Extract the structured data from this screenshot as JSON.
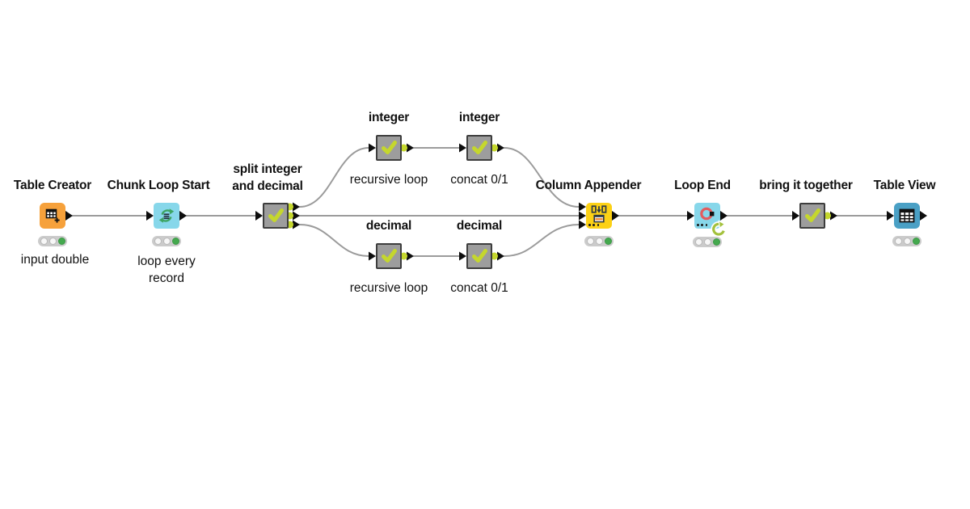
{
  "workflow": {
    "nodes": {
      "table_creator": {
        "title": "Table Creator",
        "label": "input double",
        "icon": "table-create-icon",
        "status": "executed"
      },
      "chunk_loop": {
        "title": "Chunk Loop Start",
        "label_line1": "loop every",
        "label_line2": "record",
        "icon": "loop-arrows-icon",
        "status": "executed"
      },
      "split": {
        "title_line1": "split integer",
        "title_line2": "and decimal",
        "icon": "check-icon"
      },
      "int_recursive": {
        "title": "integer",
        "label": "recursive loop",
        "icon": "check-icon"
      },
      "int_concat": {
        "title": "integer",
        "label": "concat 0/1",
        "icon": "check-icon"
      },
      "dec_recursive": {
        "title": "decimal",
        "label": "recursive loop",
        "icon": "check-icon"
      },
      "dec_concat": {
        "title": "decimal",
        "label": "concat 0/1",
        "icon": "check-icon"
      },
      "column_appender": {
        "title": "Column Appender",
        "icon": "append-columns-icon",
        "status": "executed"
      },
      "loop_end": {
        "title": "Loop End",
        "icon": "loop-stop-icon",
        "status": "executed"
      },
      "bring_together": {
        "title": "bring it together",
        "icon": "check-icon"
      },
      "table_view": {
        "title": "Table View",
        "icon": "table-grid-icon",
        "status": "executed"
      }
    },
    "colors": {
      "node_orange": "#F6A13B",
      "node_cyan": "#87D7EA",
      "node_gray": "#9D9D9D",
      "node_gray_border": "#3D3D3D",
      "node_yellow": "#FCD116",
      "node_blue": "#4AA0C5",
      "check_green": "#C5D72D",
      "port_green": "#C5D72D",
      "traffic_green": "#44A94E",
      "wire_gray": "#9B9B9B",
      "loop_end_ring_red": "#E25C5E",
      "refresh_arrow_green": "#A3C13C",
      "chunk_arrows_green": "#3EA564"
    }
  }
}
